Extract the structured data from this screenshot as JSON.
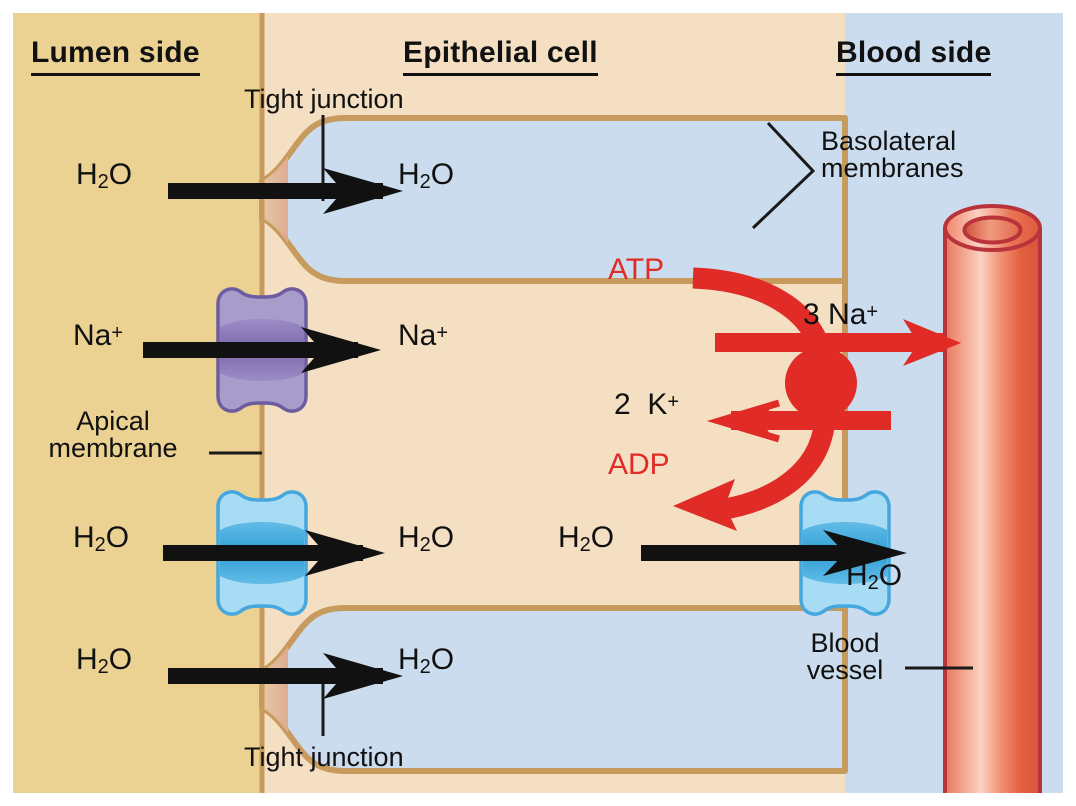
{
  "figure": {
    "type": "epithelial-transport-diagram",
    "title_visible": false
  },
  "colors": {
    "lumen": "#ebd293",
    "cell": "#f4dfc2",
    "blood": "#cbdcef",
    "membrane_outline": "#c79a5e",
    "vessel_red": "#ef7f63",
    "vessel_outline": "#b8333a",
    "pump_red": "#e02b26",
    "aquaporin_light": "#a8dcf5",
    "aquaporin_dark": "#4baee0",
    "aquaporin_outline": "#44a7dd",
    "na_channel_light": "#a89ccb",
    "na_channel_dark": "#8a78b8",
    "na_channel_outline": "#6d5da0",
    "arrow_black": "#111111",
    "text": "#111111"
  },
  "headers": [
    {
      "id": "lumen",
      "label": "Lumen side"
    },
    {
      "id": "epithelial",
      "label": "Epithelial cell"
    },
    {
      "id": "blood",
      "label": "Blood side"
    }
  ],
  "labels": {
    "tight_junction_top": "Tight junction",
    "tight_junction_bottom": "Tight junction",
    "apical_membrane_line1": "Apical",
    "apical_membrane_line2": "membrane",
    "basolateral_line1": "Basolateral",
    "basolateral_line2": "membranes",
    "blood_vessel_line1": "Blood",
    "blood_vessel_line2": "vessel"
  },
  "molecules": {
    "water": {
      "base": "H",
      "sub": "2",
      "tail": "O"
    },
    "sodium": {
      "base": "Na",
      "sup": "+"
    },
    "potassium": {
      "base": "K",
      "sup": "+"
    },
    "atp": "ATP",
    "adp": "ADP"
  },
  "pump": {
    "name": "sodium-potassium-pump",
    "sodium_label_count": "3",
    "sodium_label_ion": "Na",
    "sodium_label_charge": "+",
    "potassium_label_count": "2",
    "potassium_label_ion": "K",
    "potassium_label_charge": "+",
    "energy_in": "ATP",
    "energy_out": "ADP"
  },
  "transport_events": [
    {
      "id": "paracellular-water-top",
      "species": "H2O",
      "route": "paracellular (tight junction)",
      "direction": "lumen-to-blood"
    },
    {
      "id": "apical-sodium",
      "species": "Na+",
      "route": "apical sodium channel",
      "direction": "lumen-to-cell"
    },
    {
      "id": "apical-water",
      "species": "H2O",
      "route": "apical aquaporin",
      "direction": "lumen-to-cell"
    },
    {
      "id": "basolateral-water",
      "species": "H2O",
      "route": "basolateral aquaporin",
      "direction": "cell-to-blood"
    },
    {
      "id": "paracellular-water-bottom",
      "species": "H2O",
      "route": "paracellular (tight junction)",
      "direction": "lumen-to-blood"
    },
    {
      "id": "pump-sodium-out",
      "species": "3 Na+",
      "route": "Na+/K+ ATPase",
      "direction": "cell-to-blood"
    },
    {
      "id": "pump-potassium-in",
      "species": "2 K+",
      "route": "Na+/K+ ATPase",
      "direction": "blood-to-cell"
    }
  ]
}
